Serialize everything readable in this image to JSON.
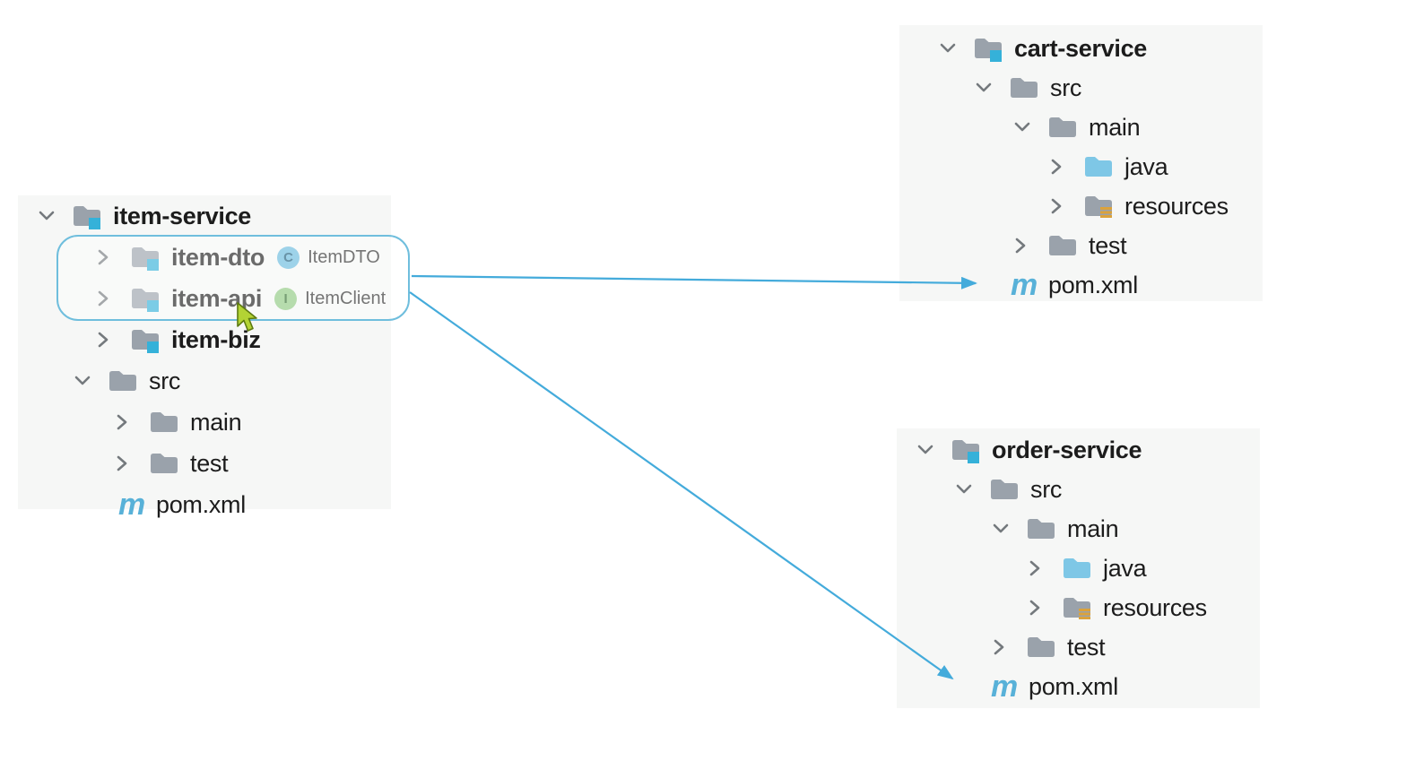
{
  "colors": {
    "arrow_accent": "#44abdb",
    "highlight_border": "#6fbedd",
    "folder_gray": "#9aa2ab",
    "java_folder_blue": "#7ec7e6",
    "module_badge_blue": "#35b1d9",
    "resources_gold": "#dba23b",
    "maven_blue": "#58b1d8",
    "class_badge": "#69badd",
    "interface_badge": "#8fc981",
    "cursor_green": "#b3d334",
    "panel_bg": "#f6f7f6"
  },
  "trees": {
    "item_service": {
      "nodes": [
        {
          "label": "item-service",
          "type": "module-folder",
          "state": "expanded"
        },
        {
          "label": "item-dto",
          "type": "module-folder",
          "state": "collapsed",
          "badge": {
            "kind": "class",
            "letter": "C",
            "text": "ItemDTO"
          }
        },
        {
          "label": "item-api",
          "type": "module-folder",
          "state": "collapsed",
          "badge": {
            "kind": "interface",
            "letter": "I",
            "text": "ItemClient"
          }
        },
        {
          "label": "item-biz",
          "type": "module-folder",
          "state": "collapsed"
        },
        {
          "label": "src",
          "type": "folder",
          "state": "expanded"
        },
        {
          "label": "main",
          "type": "folder",
          "state": "collapsed"
        },
        {
          "label": "test",
          "type": "folder",
          "state": "collapsed"
        },
        {
          "label": "pom.xml",
          "type": "maven-file"
        }
      ]
    },
    "cart_service": {
      "nodes": [
        {
          "label": "cart-service",
          "type": "module-folder",
          "state": "expanded"
        },
        {
          "label": "src",
          "type": "folder",
          "state": "expanded"
        },
        {
          "label": "main",
          "type": "folder",
          "state": "expanded"
        },
        {
          "label": "java",
          "type": "java-folder",
          "state": "collapsed"
        },
        {
          "label": "resources",
          "type": "resources-folder",
          "state": "collapsed"
        },
        {
          "label": "test",
          "type": "folder",
          "state": "collapsed"
        },
        {
          "label": "pom.xml",
          "type": "maven-file"
        }
      ]
    },
    "order_service": {
      "nodes": [
        {
          "label": "order-service",
          "type": "module-folder",
          "state": "expanded"
        },
        {
          "label": "src",
          "type": "folder",
          "state": "expanded"
        },
        {
          "label": "main",
          "type": "folder",
          "state": "expanded"
        },
        {
          "label": "java",
          "type": "java-folder",
          "state": "collapsed"
        },
        {
          "label": "resources",
          "type": "resources-folder",
          "state": "collapsed"
        },
        {
          "label": "test",
          "type": "folder",
          "state": "collapsed"
        },
        {
          "label": "pom.xml",
          "type": "maven-file"
        }
      ]
    }
  },
  "annotations": {
    "selection_box_around": [
      "item-dto",
      "item-api"
    ],
    "arrows": [
      {
        "from": "item-service selection",
        "to": "cart-service pom.xml"
      },
      {
        "from": "item-service selection",
        "to": "order-service pom.xml"
      }
    ],
    "cursor_over": "item-api"
  }
}
